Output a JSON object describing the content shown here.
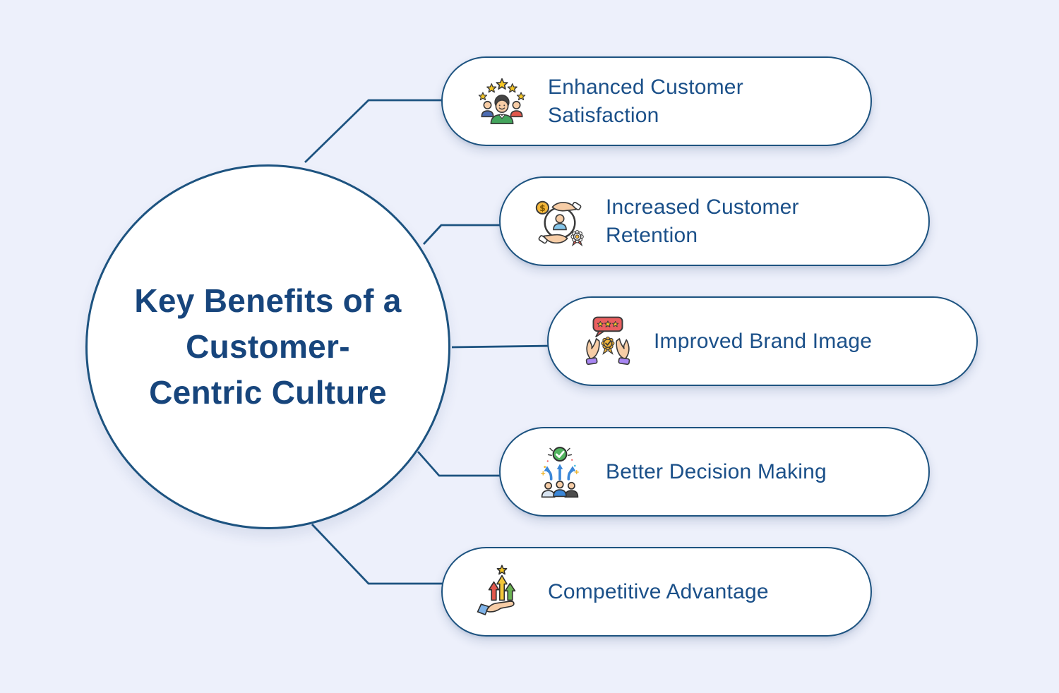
{
  "diagram_title": "Key Benefits of a Customer-Centric Culture",
  "center": {
    "title": "Key Benefits of a Customer-Centric Culture",
    "title_lines": [
      "Key Benefits of a",
      "Customer-",
      "Centric Culture"
    ]
  },
  "benefits": [
    {
      "label": "Enhanced Customer Satisfaction",
      "lines": [
        "Enhanced Customer",
        "Satisfaction"
      ],
      "icon": "customer-satisfaction-icon"
    },
    {
      "label": "Increased Customer Retention",
      "lines": [
        "Increased Customer",
        "Retention"
      ],
      "icon": "customer-retention-icon"
    },
    {
      "label": "Improved Brand Image",
      "lines": [
        "Improved Brand Image"
      ],
      "icon": "brand-image-icon"
    },
    {
      "label": "Better Decision Making",
      "lines": [
        "Better Decision Making"
      ],
      "icon": "decision-making-icon"
    },
    {
      "label": "Competitive Advantage",
      "lines": [
        "Competitive Advantage"
      ],
      "icon": "competitive-advantage-icon"
    }
  ],
  "colors": {
    "background": "#edf0fb",
    "outline_navy": "#1d5380",
    "title_text": "#17457c",
    "label_text": "#1b5089",
    "card_background": "#ffffff",
    "star_yellow": "#f5c625",
    "icon_green": "#43a45c",
    "icon_red": "#e2574c",
    "icon_blue": "#3b87d8",
    "icon_purple": "#a886f2"
  }
}
